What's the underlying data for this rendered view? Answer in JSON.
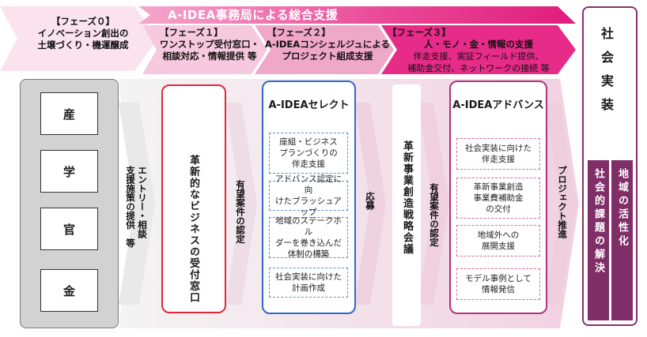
{
  "header_band_title": "A-IDEA事務局による総合支援",
  "phases": [
    {
      "label": "【フェーズ０】",
      "lines": [
        "イノベーション創出の",
        "土壌づくり・機運醸成"
      ]
    },
    {
      "label": "【フェーズ１】",
      "lines": [
        "ワンストップ受付窓口・",
        "相談対応・情報提供 等"
      ]
    },
    {
      "label": "【フェーズ２】",
      "lines": [
        "A-IDEAコンシェルジュによる",
        "プロジェクト組成支援"
      ]
    },
    {
      "label": "【フェーズ３】",
      "lines": [
        "人・モノ・金・情報の支援",
        "伴走支援、実証フィールド提供、",
        "補助金交付、ネットワークの接続 等"
      ]
    }
  ],
  "sectors": [
    "産",
    "学",
    "官",
    "金"
  ],
  "arrow_labels": {
    "entry": "エントリー・相談",
    "support_measures": "支援施策の提供　等",
    "promising_1": "有望案件の認定",
    "apply": "応募",
    "promising_2": "有望案件の認定",
    "project": "プロジェクト推進"
  },
  "reception_box": "革新的なビジネスの受付窓口",
  "select_box": {
    "title": "A-IDEAセレクト",
    "items": [
      "座組・ビジネス\nプランづくりの\n伴走支援",
      "アドバンス認定に向\nけたブラッシュアップ",
      "地域のステークホル\nダーを巻き込んだ\n体制の構築",
      "社会実装に向けた\n計画作成"
    ]
  },
  "strategy_box": "革新事業創造戦略会議",
  "advance_box": {
    "title": "A-IDEAアドバンス",
    "items": [
      "社会実装に向けた\n伴走支援",
      "革新事業創造\n事業費補助金\nの交付",
      "地域外への\n展開支援",
      "モデル事例として\n情報発信"
    ]
  },
  "society": {
    "title": "社会実装",
    "col_left": "社会的課題の解決",
    "col_right": "地域の活性化"
  },
  "colors": {
    "band_main": "#e6197f",
    "band_pale": "#f7d7e7",
    "red": "#e0283a",
    "blue": "#2b6cc8",
    "purple": "#b5317d",
    "society": "#7f2e68"
  }
}
